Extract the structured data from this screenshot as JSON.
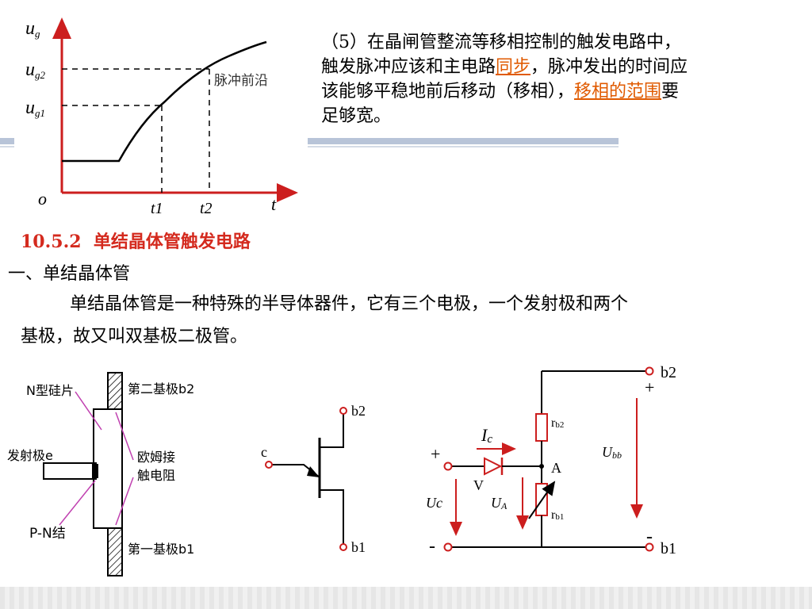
{
  "graph": {
    "ylabel": "u",
    "ylabel_sub": "g",
    "ug2": "u",
    "ug2_sub": "g2",
    "ug1": "u",
    "ug1_sub": "g1",
    "origin": "o",
    "t1": "t1",
    "t2": "t2",
    "xlabel": "t",
    "annotation": "脉冲前沿"
  },
  "point5": {
    "text_a": "（5）在晶闸管整流等移相控制的触发电路中，",
    "text_b": "触发脉冲应该和主电路",
    "link1": "同步",
    "text_c": "，脉冲发出的时间应",
    "text_d": "该能够平稳地前后移动（移相），",
    "link2": "移相的范围",
    "text_e": "要",
    "text_f": "足够宽。"
  },
  "section": {
    "number": "10.5.2",
    "title": "单结晶体管触发电路"
  },
  "subsection": {
    "title": "一、单结晶体管"
  },
  "body": {
    "line1": "单结晶体管是一种特殊的半导体器件，它有三个电极，一个发射极和两个",
    "line2": "基极，故又叫双基极二极管。"
  },
  "structure": {
    "n_type": "N型硅片",
    "b2_label": "第二基极b2",
    "emitter": "发射极e",
    "ohmic1": "欧姆接",
    "ohmic2": "触电阻",
    "pn": "P-N结",
    "b1_label": "第一基极b1"
  },
  "symbol": {
    "b2": "b2",
    "e": "c",
    "b1": "b1"
  },
  "equivalent": {
    "plus_left": "+",
    "minus_left": "-",
    "ic": "I",
    "ic_sub": "c",
    "v": "V",
    "a": "A",
    "rb2": "r",
    "rb2_sub": "b2",
    "rb1": "r",
    "rb1_sub": "b1",
    "ua": "U",
    "ua_sub": "A",
    "uc": "Uc",
    "ubb": "U",
    "ubb_sub": "bb",
    "plus_right": "+",
    "minus_right": "-",
    "b2": "b2",
    "b1": "b1"
  },
  "colors": {
    "accent_red": "#d42a1e",
    "link_orange": "#e05a00",
    "wire": "#000000",
    "magenta": "#c040b0",
    "curve_red": "#cc1e1e",
    "bar_blue": "#b8c4d8"
  }
}
